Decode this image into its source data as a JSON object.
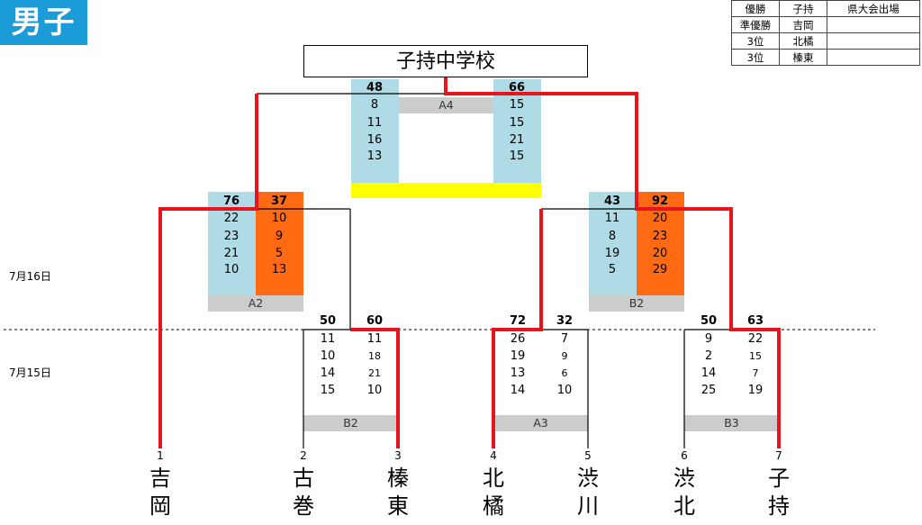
{
  "badge": "男子",
  "title": "子持中学校",
  "results_table": [
    [
      "優勝",
      "子持",
      "県大会出場"
    ],
    [
      "準優勝",
      "吉岡",
      ""
    ],
    [
      "3位",
      "北橘",
      ""
    ],
    [
      "3位",
      "榛東",
      ""
    ]
  ],
  "dates": {
    "day2": "7月16日",
    "day1": "7月15日"
  },
  "teams": [
    {
      "num": "1",
      "name_top": "吉",
      "name_bottom": "岡"
    },
    {
      "num": "2",
      "name_top": "古",
      "name_bottom": "巻"
    },
    {
      "num": "3",
      "name_top": "榛",
      "name_bottom": "東"
    },
    {
      "num": "4",
      "name_top": "北",
      "name_bottom": "橘"
    },
    {
      "num": "5",
      "name_top": "渋",
      "name_bottom": "川"
    },
    {
      "num": "6",
      "name_top": "渋",
      "name_bottom": "北"
    },
    {
      "num": "7",
      "name_top": "子",
      "name_bottom": "持"
    }
  ],
  "matches": {
    "r1_b2": {
      "court": "B2",
      "left_total": "50",
      "right_total": "60",
      "left": [
        "11",
        "10",
        "14",
        "15"
      ],
      "right": [
        "11",
        "18",
        "21",
        "10"
      ]
    },
    "r1_a3": {
      "court": "A3",
      "left_total": "72",
      "right_total": "32",
      "left": [
        "26",
        "19",
        "13",
        "14"
      ],
      "right": [
        "7",
        "9",
        "6",
        "10"
      ]
    },
    "r1_b3": {
      "court": "B3",
      "left_total": "50",
      "right_total": "63",
      "left": [
        "9",
        "2",
        "14",
        "25"
      ],
      "right": [
        "22",
        "15",
        "7",
        "19"
      ]
    },
    "semi_a2": {
      "court": "A2",
      "left_total": "76",
      "right_total": "37",
      "left": [
        "22",
        "23",
        "21",
        "10"
      ],
      "right": [
        "10",
        "9",
        "5",
        "13"
      ]
    },
    "semi_b2": {
      "court": "B2",
      "left_total": "43",
      "right_total": "92",
      "left": [
        "11",
        "8",
        "19",
        "5"
      ],
      "right": [
        "20",
        "23",
        "20",
        "29"
      ]
    },
    "final_a4": {
      "court": "A4",
      "left_total": "48",
      "right_total": "66",
      "left": [
        "8",
        "11",
        "16",
        "13"
      ],
      "right": [
        "15",
        "15",
        "21",
        "15"
      ]
    }
  },
  "colors": {
    "light_blue": "#aedbe6",
    "orange": "#ff6a13",
    "yellow": "#ffff00",
    "win_line": "#e8141b",
    "court_bar": "#cccccc",
    "badge": "#1b9bd7"
  }
}
